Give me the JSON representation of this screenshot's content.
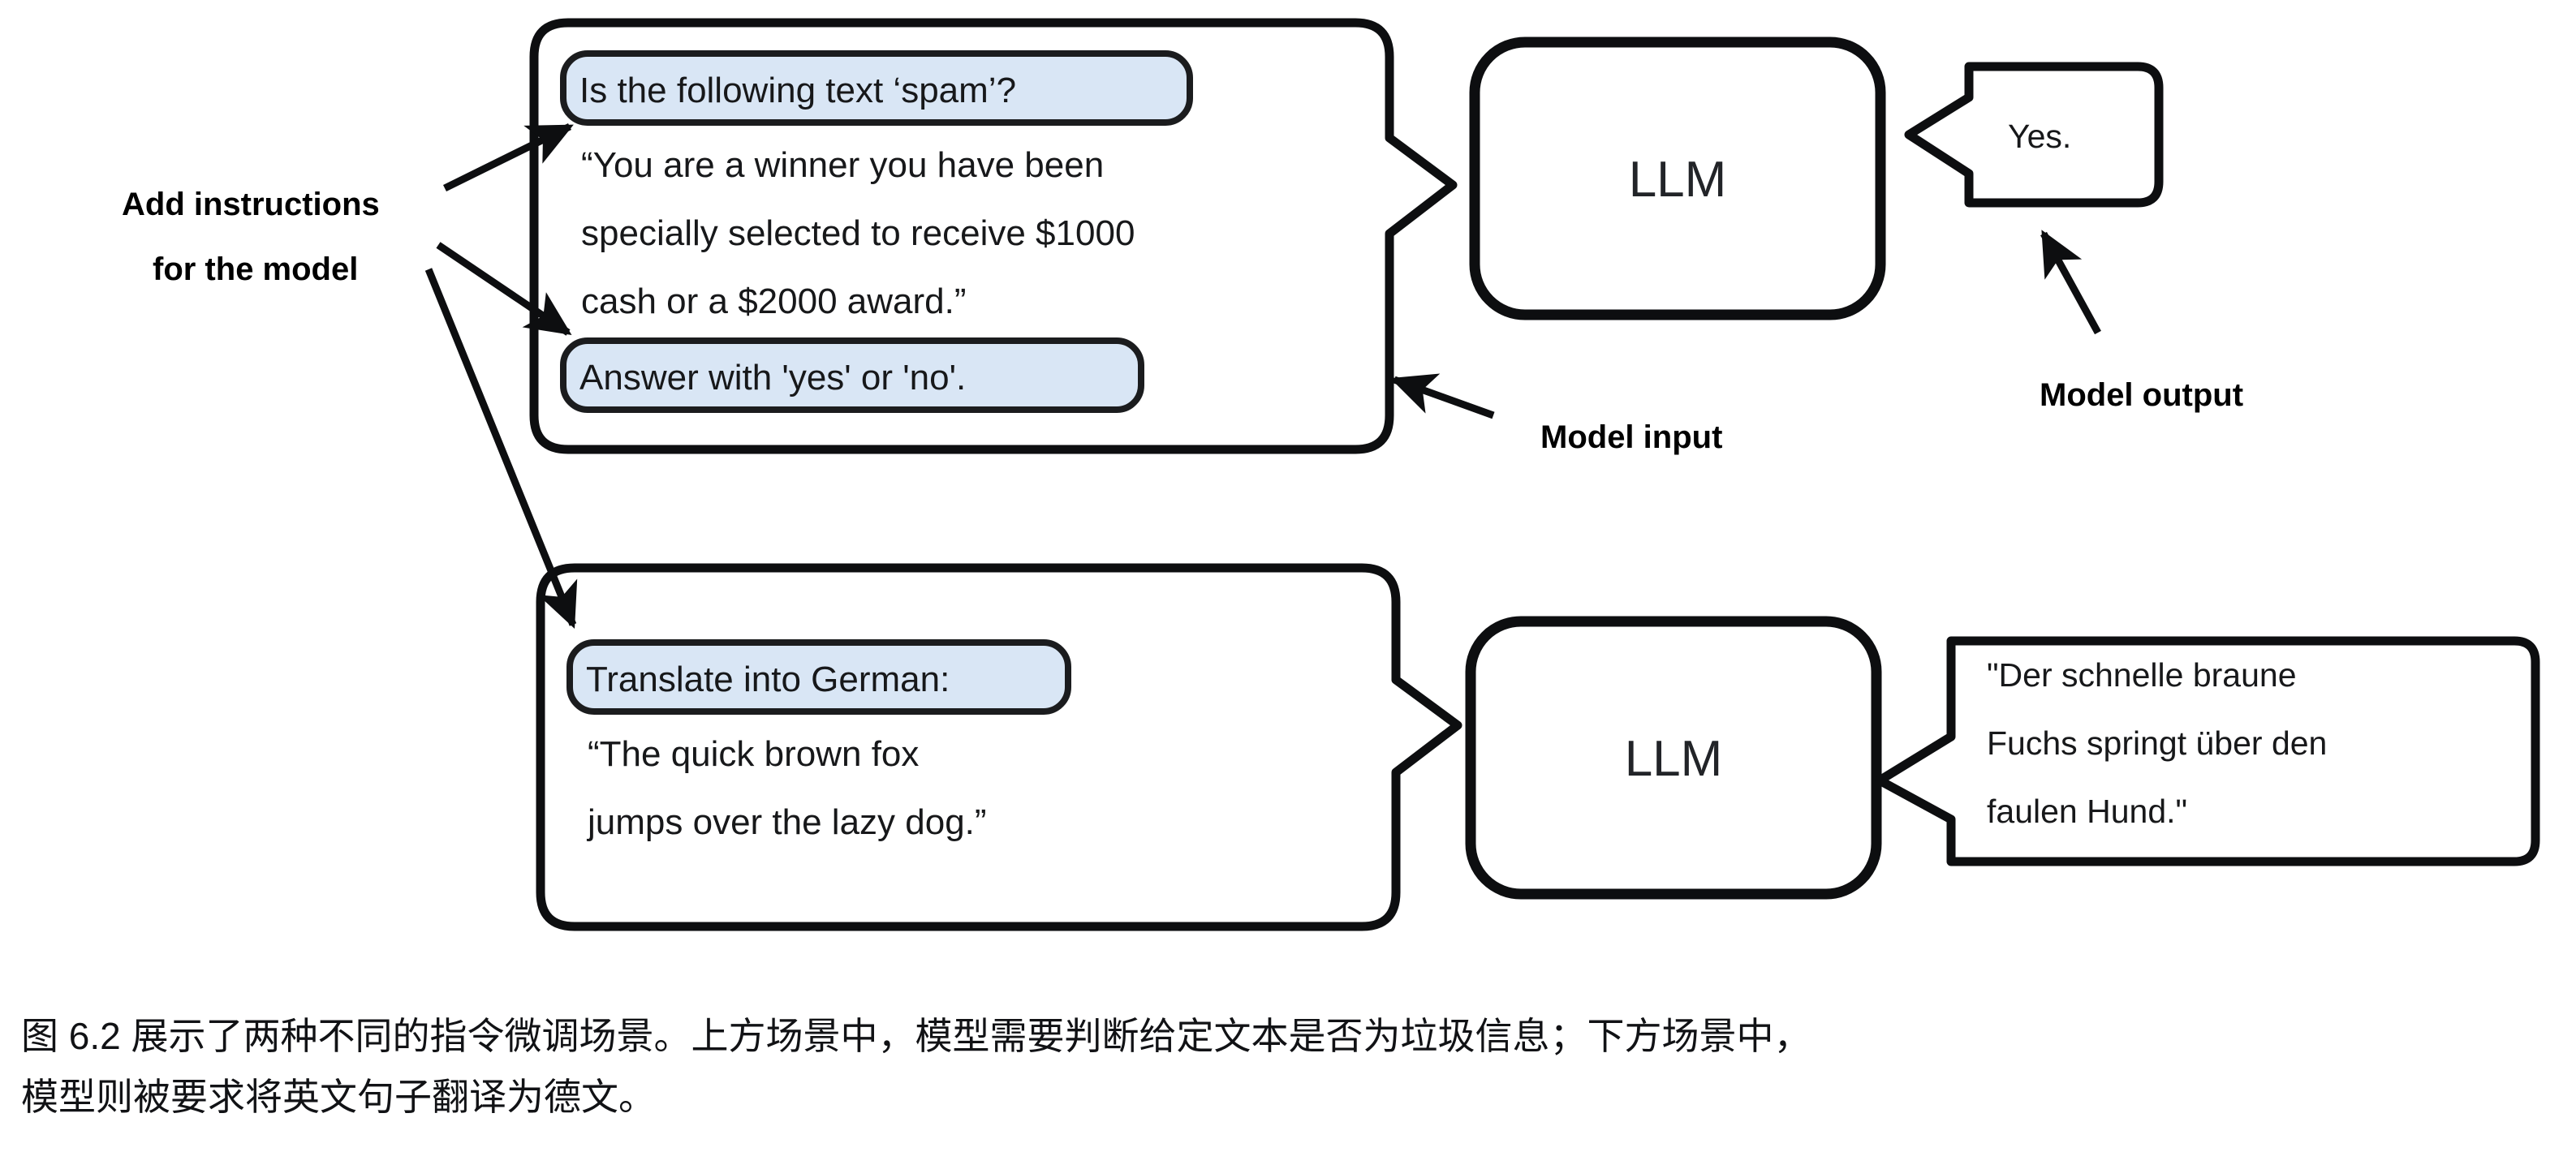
{
  "figure": {
    "annotations": {
      "add_instructions_line1": "Add instructions",
      "add_instructions_line2": "for the model",
      "model_input": "Model input",
      "model_output": "Model output"
    },
    "scenarios": [
      {
        "id": "spam-classification",
        "input": {
          "instruction_top": "Is the following text ‘spam’?",
          "body_lines": [
            "“You are a winner you have been",
            "specially selected to receive $1000",
            "cash or a $2000 award.”"
          ],
          "instruction_bottom": "Answer with 'yes' or 'no'."
        },
        "model_label": "LLM",
        "output_lines": [
          "Yes."
        ]
      },
      {
        "id": "german-translation",
        "input": {
          "instruction_top": "Translate into German:",
          "body_lines": [
            "“The quick brown fox",
            "jumps over the lazy dog.”"
          ],
          "instruction_bottom": null
        },
        "model_label": "LLM",
        "output_lines": [
          "\"Der schnelle braune",
          "Fuchs springt über den",
          "faulen Hund.\""
        ]
      }
    ],
    "colors": {
      "instruction_pill_fill": "#d9e6f5",
      "instruction_pill_stroke": "#1b1c1e",
      "box_stroke": "#0d0e10",
      "text": "#17181a",
      "background": "#ffffff"
    }
  },
  "caption": {
    "line1": "图 6.2 展示了两种不同的指令微调场景。上方场景中，模型需要判断给定文本是否为垃圾信息；下方场景中，",
    "line2": "模型则被要求将英文句子翻译为德文。"
  }
}
